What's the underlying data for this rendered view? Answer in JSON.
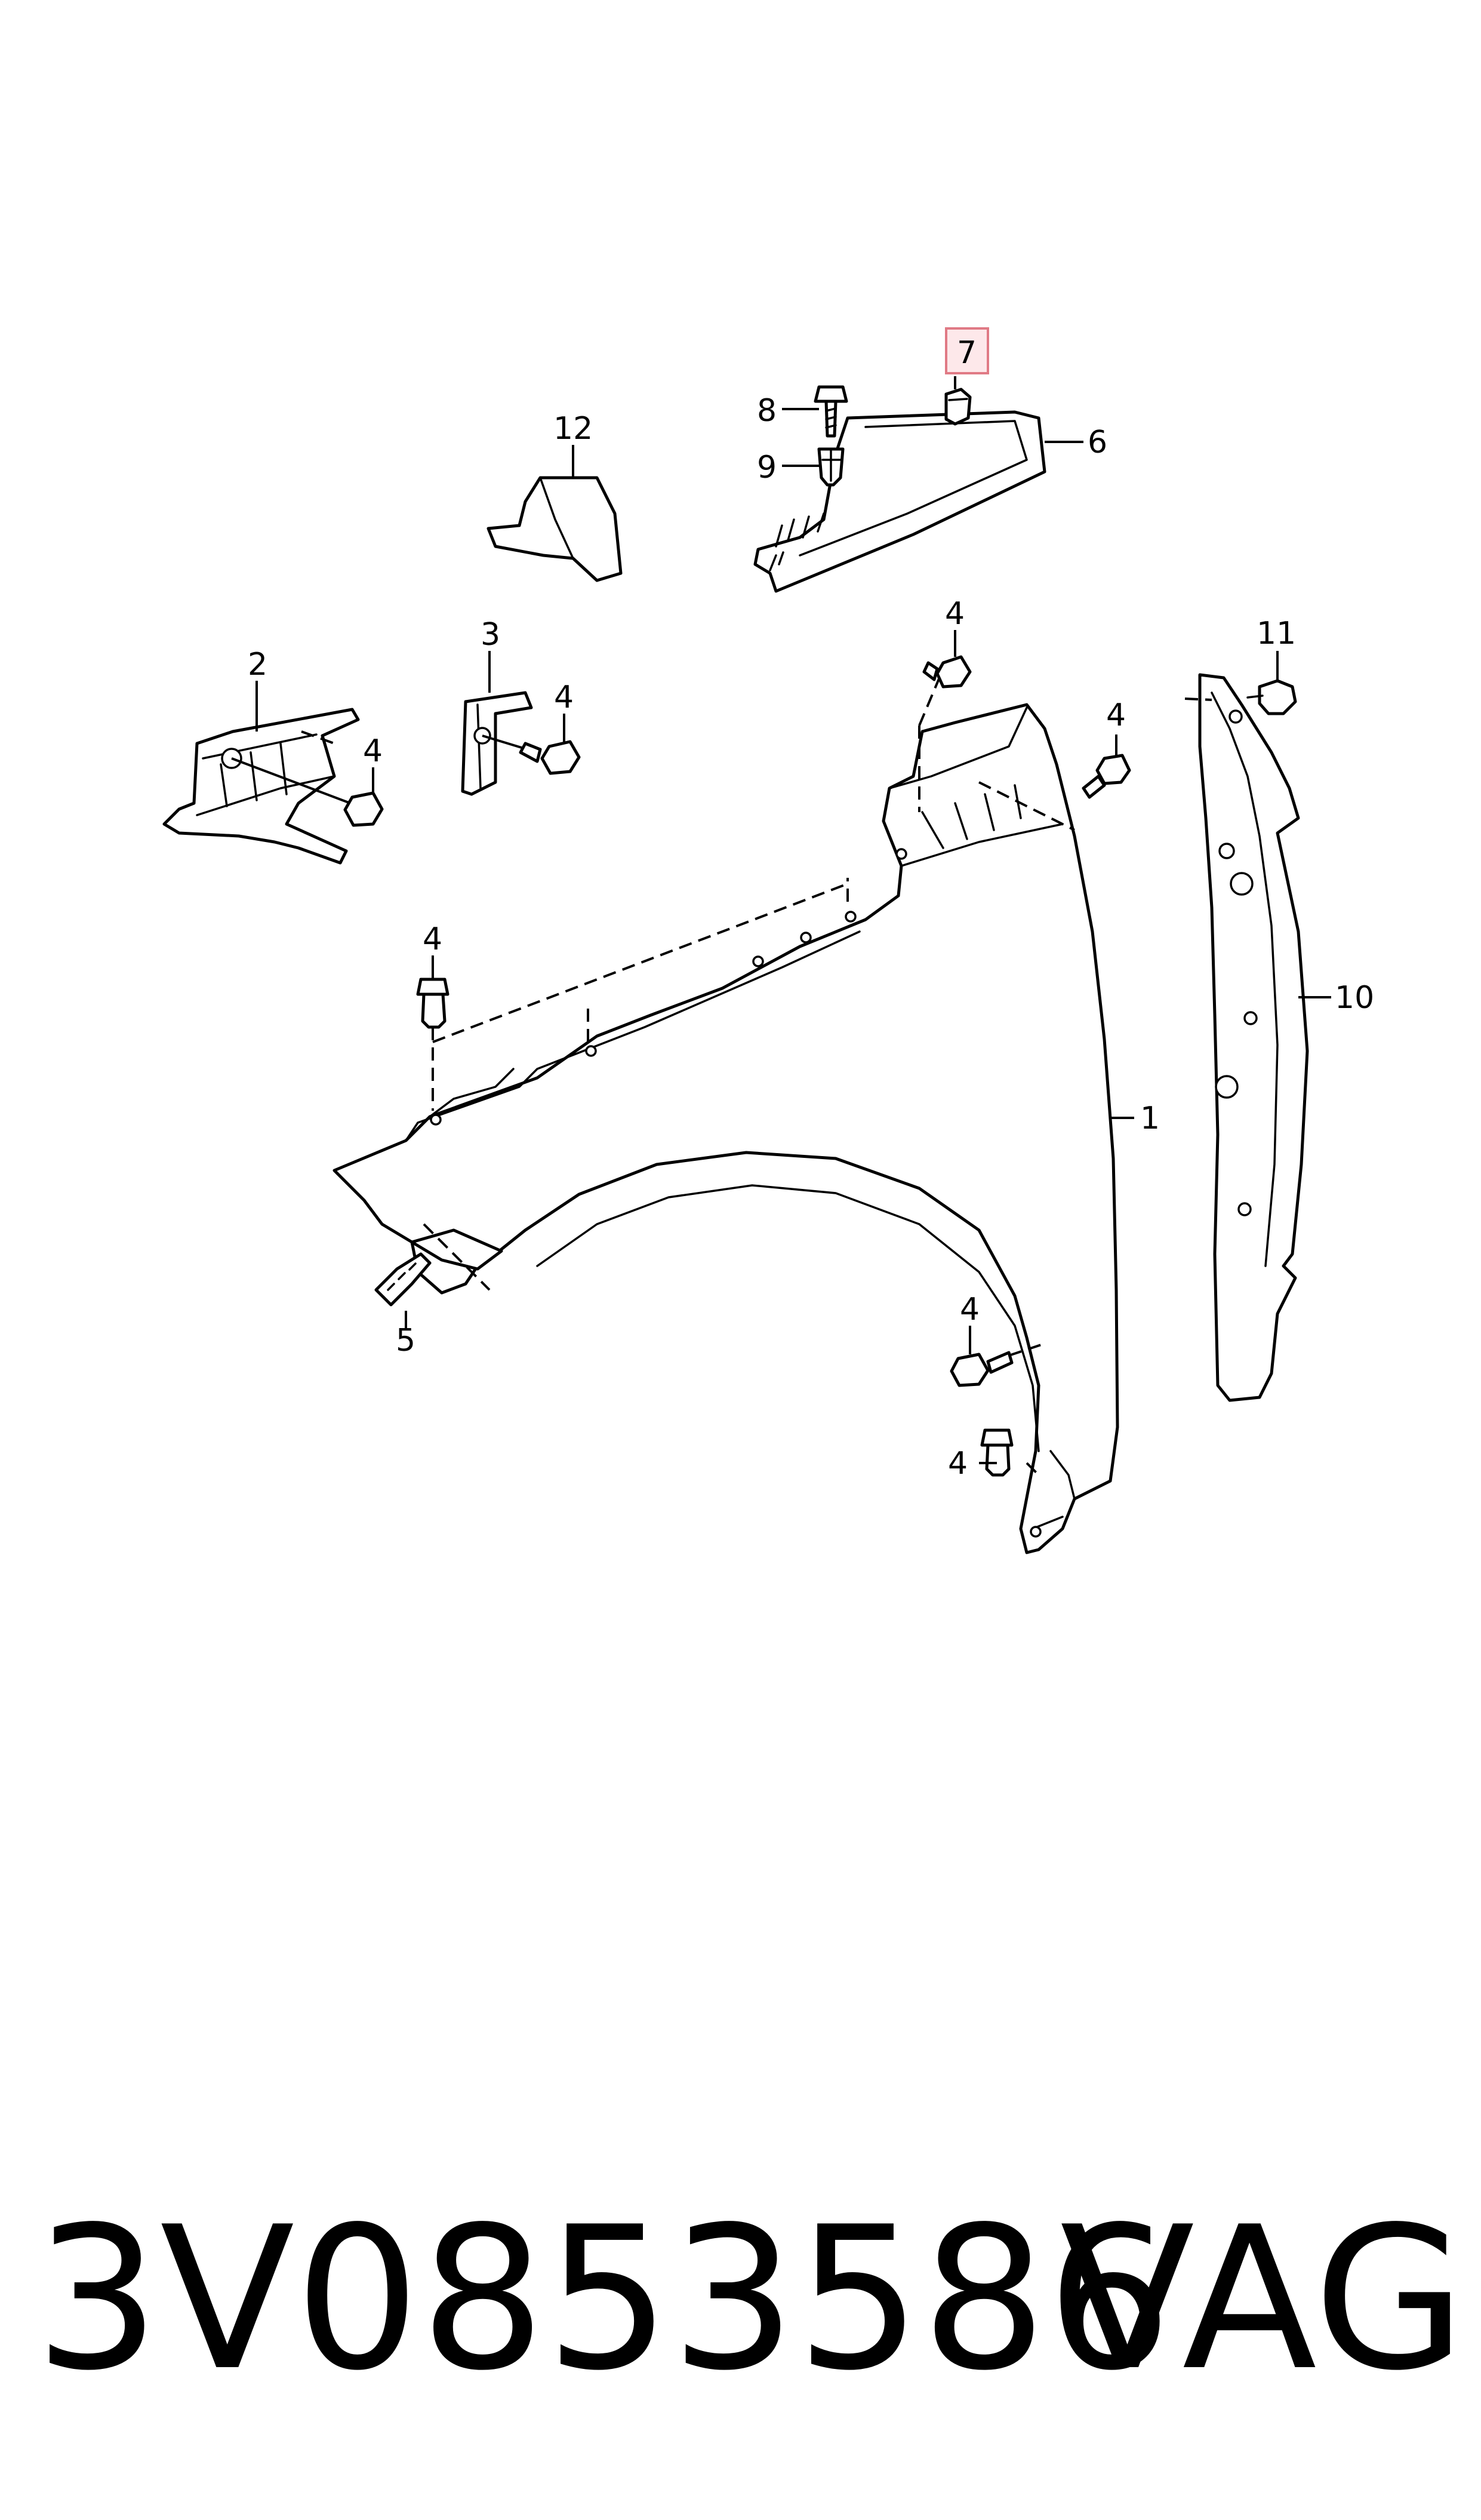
{
  "callouts": {
    "c1": "1",
    "c2": "2",
    "c3": "3",
    "c4a": "4",
    "c4b": "4",
    "c4c": "4",
    "c4d": "4",
    "c4e": "4",
    "c4f": "4",
    "c4g": "4",
    "c5": "5",
    "c6": "6",
    "c7": "7",
    "c8": "8",
    "c9": "9",
    "c10": "10",
    "c11": "11",
    "c12": "12"
  },
  "highlighted_callout": "7",
  "highlight_color": "#fde8ea",
  "footer": {
    "part_number": "3V0853586",
    "brand": "VAG"
  }
}
